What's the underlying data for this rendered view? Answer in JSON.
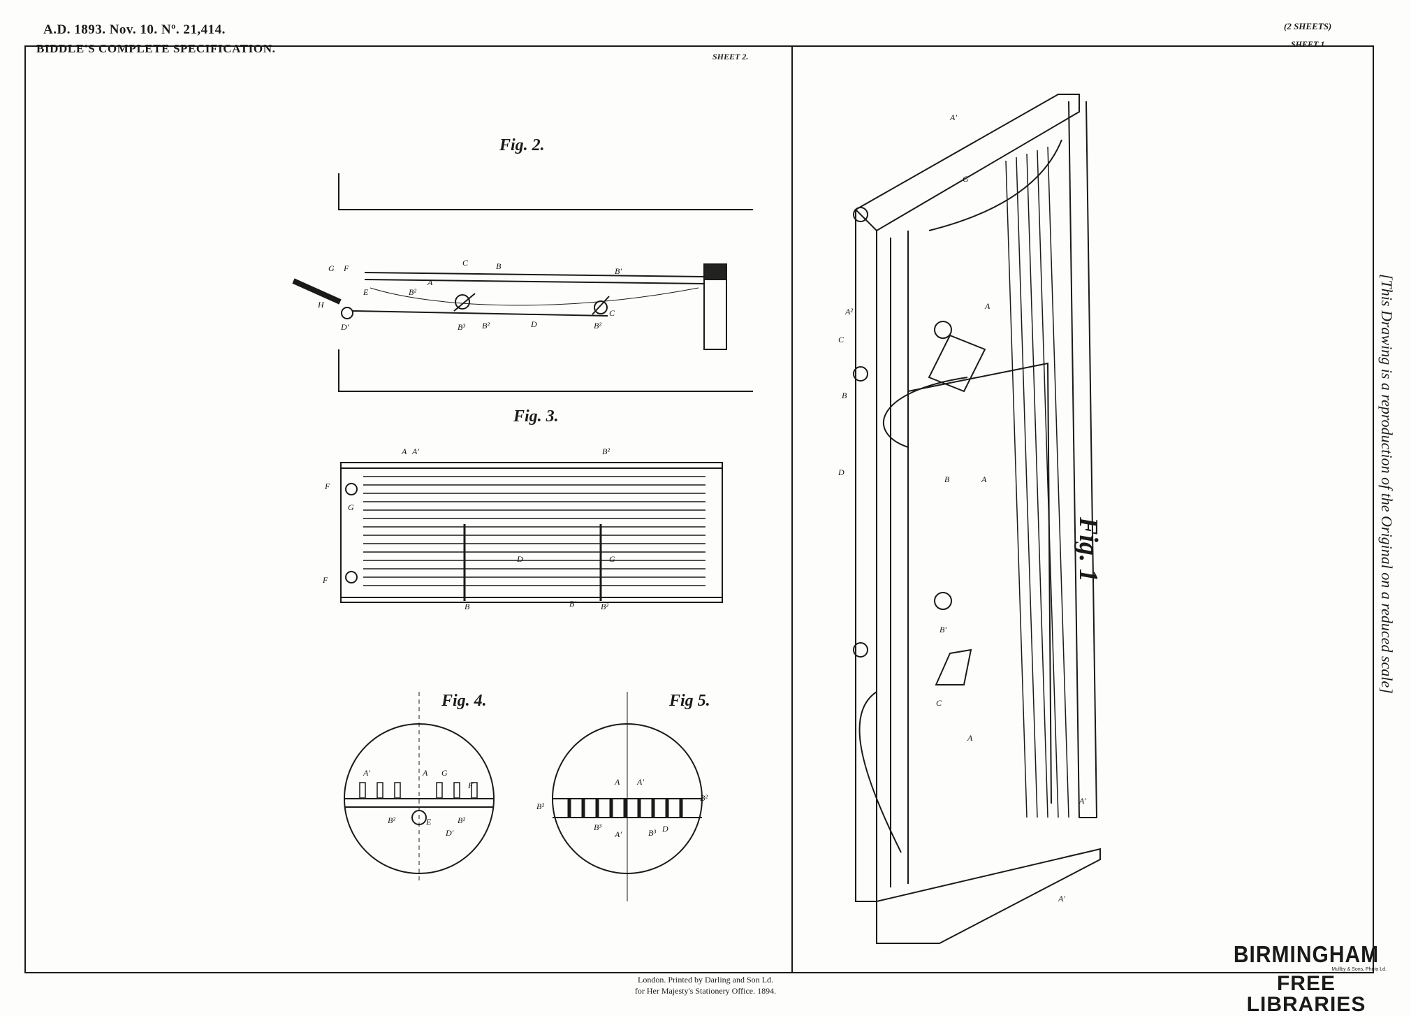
{
  "header": {
    "line1": "A.D. 1893. Nov. 10. Nº. 21,414.",
    "line2": "BIDDLE'S COMPLETE SPECIFICATION.",
    "sheets": "(2 SHEETS)",
    "sheet_1": "SHEET 1.",
    "sheet_2": "SHEET 2."
  },
  "figures": {
    "fig1": "Fig. 1",
    "fig2": "Fig. 2.",
    "fig3": "Fig. 3.",
    "fig4": "Fig. 4.",
    "fig5": "Fig 5."
  },
  "side_note": "[This Drawing is a reproduction of the Original on a reduced scale]",
  "printer": {
    "line1": "London. Printed by Darling and Son Ld.",
    "line2": "for Her Majesty's Stationery Office. 1894."
  },
  "stamp": {
    "line1": "BIRMINGHAM",
    "small": "Mullby & Sons, Photo Ld.",
    "line2": "FREE LIBRARIES"
  },
  "part_labels": {
    "fig2": [
      "G",
      "F",
      "E",
      "H",
      "D'",
      "C",
      "B",
      "A",
      "B²",
      "B³",
      "B²",
      "D",
      "B'",
      "C",
      "B²"
    ],
    "fig3": [
      "A",
      "A'",
      "B²",
      "F",
      "G",
      "F",
      "D",
      "G",
      "B",
      "B'",
      "B²"
    ],
    "fig4": [
      "A'",
      "A",
      "G",
      "F",
      "B²",
      "E",
      "B²",
      "D'"
    ],
    "fig5": [
      "A",
      "A'",
      "B²",
      "B²",
      "B³",
      "A'",
      "B³",
      "D"
    ],
    "fig1": [
      "A'",
      "G",
      "A",
      "A²",
      "C",
      "B",
      "D",
      "A",
      "B",
      "B'",
      "C",
      "A",
      "A'",
      "A'"
    ]
  }
}
